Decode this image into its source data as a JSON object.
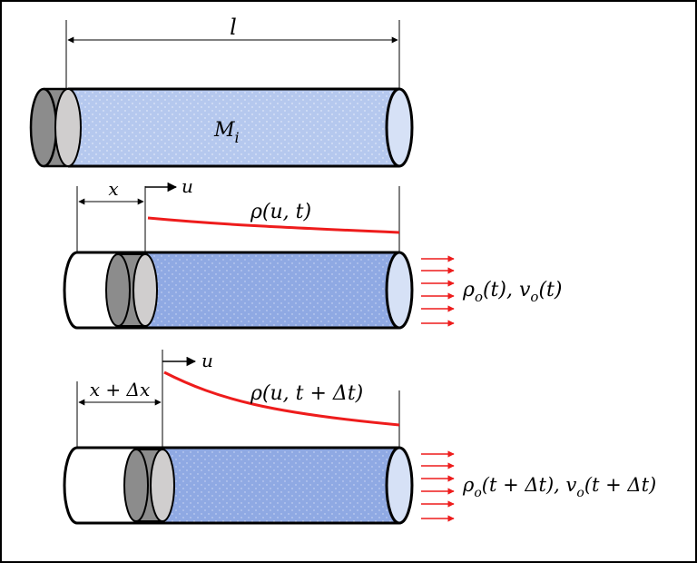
{
  "diagram": {
    "top": {
      "length_label": "l",
      "mass_label": "M",
      "mass_subscript": "i"
    },
    "middle": {
      "offset_label": "x",
      "axis_label": "u",
      "density_label": "ρ(u, t)",
      "outflow_label_rho": "ρ",
      "outflow_sub_rho": "o",
      "outflow_arg_rho": "(t), ",
      "outflow_label_v": "v",
      "outflow_sub_v": "o",
      "outflow_arg_v": "(t)"
    },
    "bottom": {
      "offset_label": "x + Δx",
      "axis_label": "u",
      "density_label": "ρ(u, t + Δt)",
      "outflow_label_rho": "ρ",
      "outflow_sub_rho": "o",
      "outflow_arg_rho": "(t + Δt), ",
      "outflow_label_v": "v",
      "outflow_sub_v": "o",
      "outflow_arg_v": "(t + Δt)"
    },
    "colors": {
      "fluid": "#b7c9ee",
      "fluid_dark": "#8ea9e2",
      "piston_dark": "#8c8c8c",
      "piston_light": "#d0cece",
      "density_curve": "#ee1c1c",
      "arrows": "#ee1c1c",
      "outline": "#000000"
    }
  }
}
